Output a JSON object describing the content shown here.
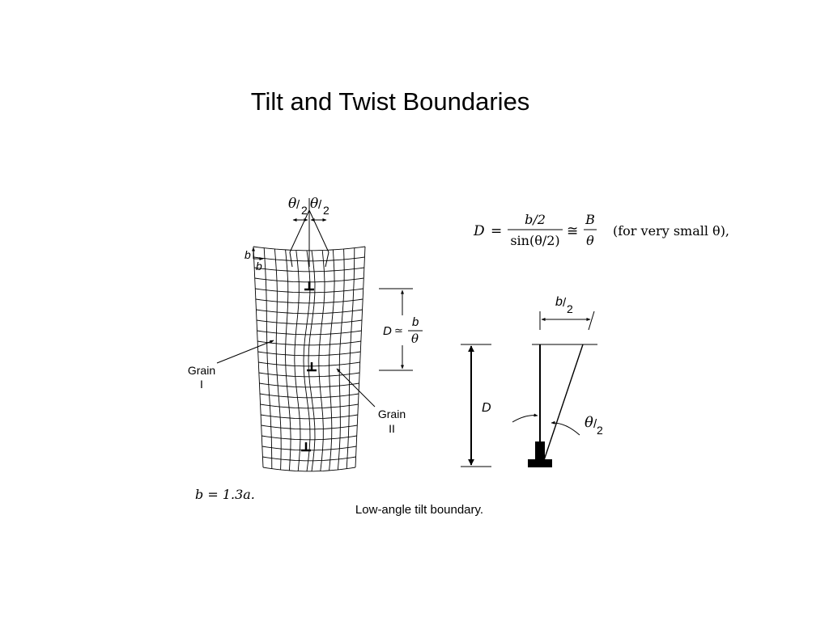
{
  "slide": {
    "title": "Tilt and Twist Boundaries",
    "caption": "Low-angle tilt boundary."
  },
  "lattice_figure": {
    "theta": "θ",
    "half_den": "2",
    "burgers": "b",
    "d_label": "D",
    "approx": "≃",
    "grain_one": [
      "Grain",
      "I"
    ],
    "grain_two": [
      "Grain",
      "II"
    ],
    "burgers_relation": "b = 1.3a."
  },
  "formula": {
    "lhs": "D",
    "eq": "=",
    "num": "b/2",
    "den": "sin(θ/2)",
    "approx": "≅",
    "num2": "B",
    "den2": "θ",
    "note": "(for very small θ),"
  },
  "geometry_figure": {
    "top_num": "b",
    "top_den": "2",
    "d_label": "D",
    "angle_num": "θ",
    "angle_den": "2"
  }
}
